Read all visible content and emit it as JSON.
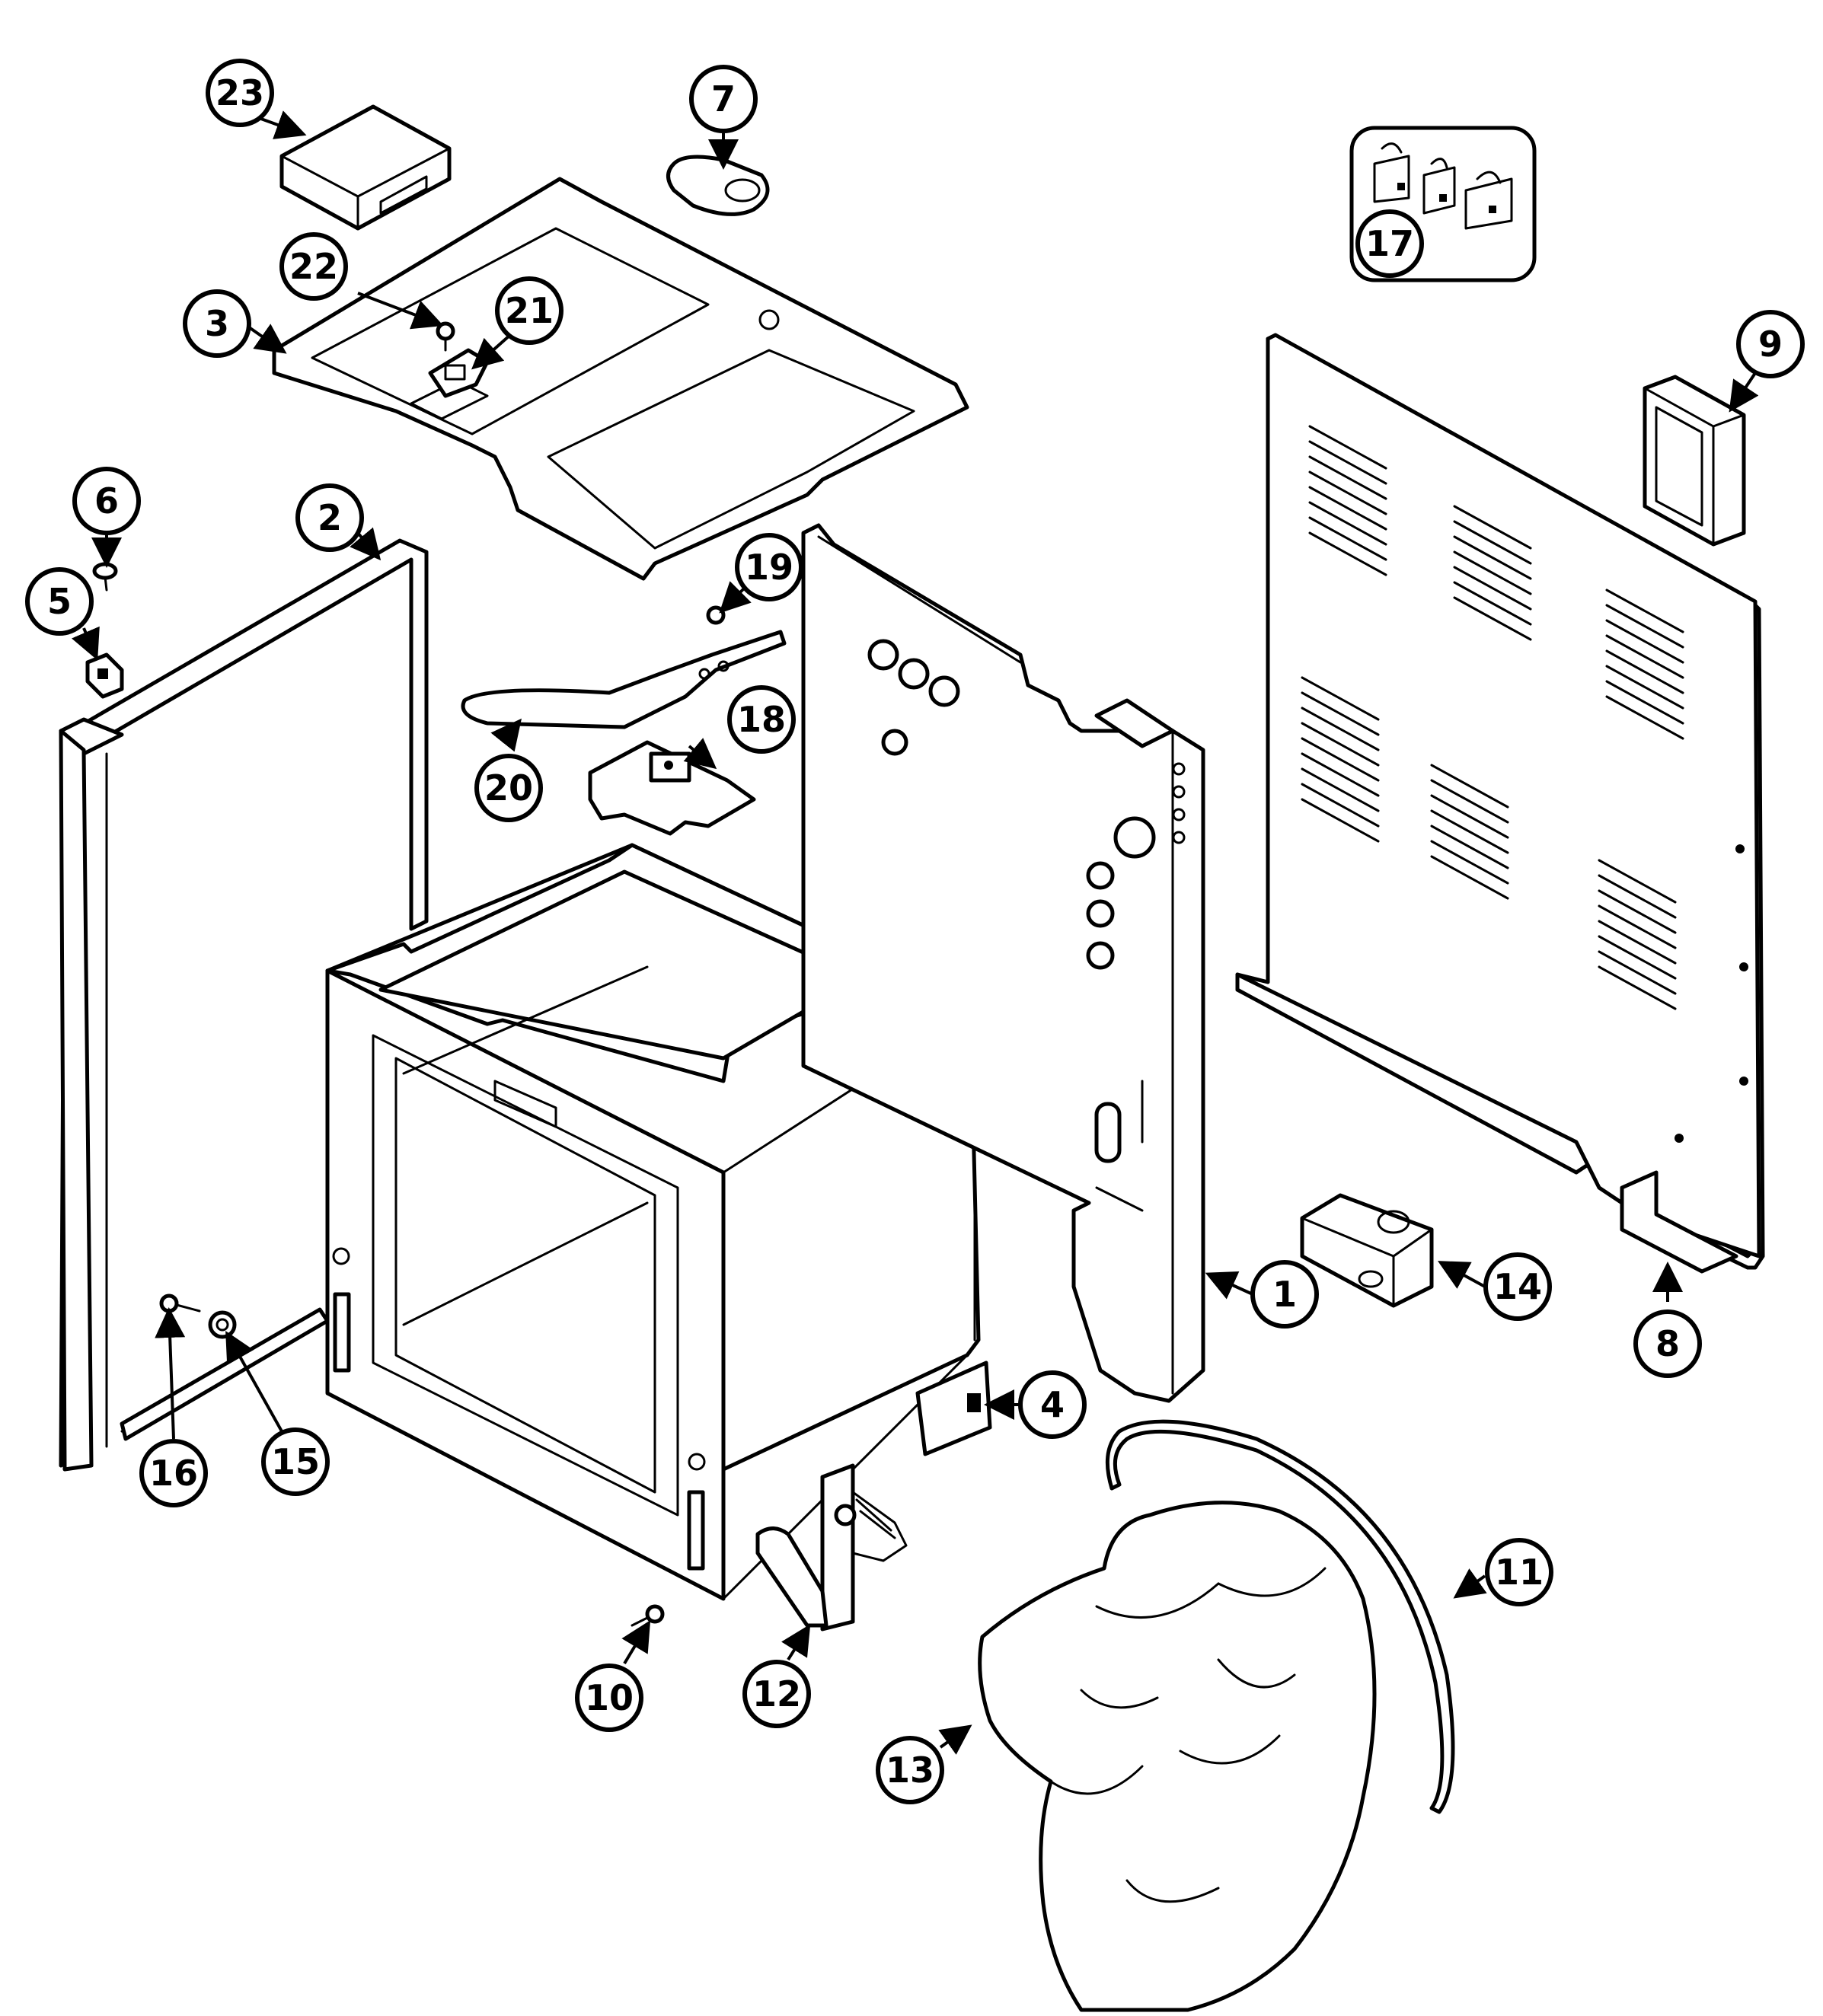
{
  "callouts": [
    {
      "label": "1"
    },
    {
      "label": "2"
    },
    {
      "label": "3"
    },
    {
      "label": "4"
    },
    {
      "label": "5"
    },
    {
      "label": "6"
    },
    {
      "label": "7"
    },
    {
      "label": "8"
    },
    {
      "label": "9"
    },
    {
      "label": "10"
    },
    {
      "label": "11"
    },
    {
      "label": "12"
    },
    {
      "label": "13"
    },
    {
      "label": "14"
    },
    {
      "label": "15"
    },
    {
      "label": "16"
    },
    {
      "label": "17"
    },
    {
      "label": "18"
    },
    {
      "label": "19"
    },
    {
      "label": "20"
    },
    {
      "label": "21"
    },
    {
      "label": "22"
    },
    {
      "label": "23"
    }
  ]
}
